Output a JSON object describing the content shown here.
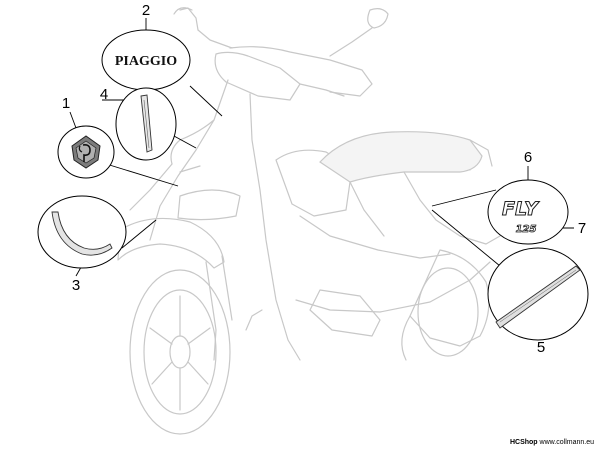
{
  "parts": [
    {
      "number": "1"
    },
    {
      "number": "2",
      "badge_text": "PIAGGIO"
    },
    {
      "number": "3"
    },
    {
      "number": "4"
    },
    {
      "number": "5"
    },
    {
      "number": "6",
      "badge_text": "FLY"
    },
    {
      "number": "7",
      "badge_text": "125"
    }
  ],
  "credit": {
    "brand": "HCShop",
    "site": "www.collmann.eu"
  },
  "colors": {
    "outline": "#c8c8c8",
    "lines": "#000000",
    "background": "#ffffff"
  }
}
